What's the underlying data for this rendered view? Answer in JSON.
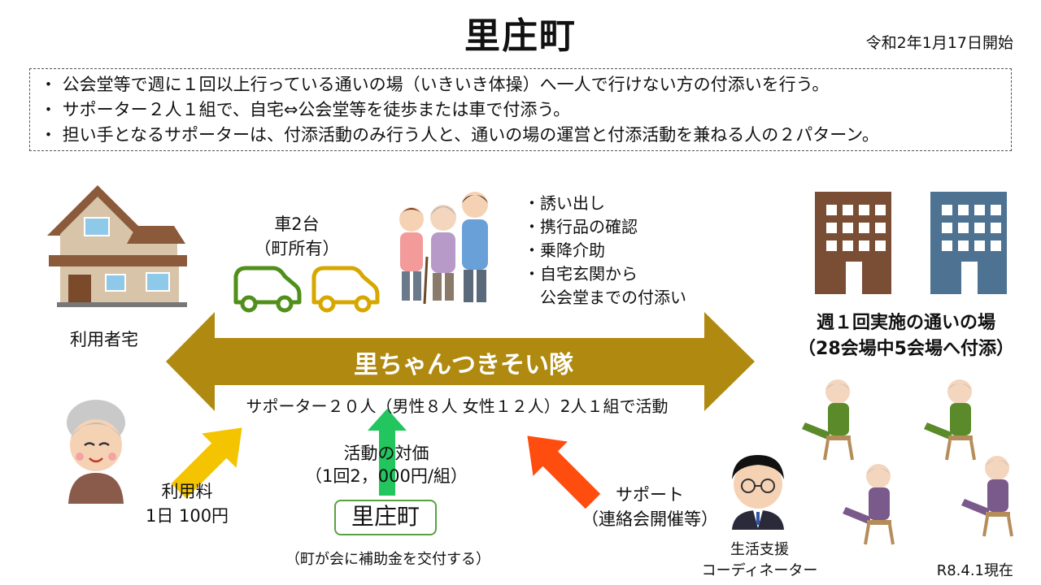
{
  "header": {
    "title": "里庄町",
    "start_date": "令和2年1月17日開始"
  },
  "notes": [
    "・ 公会堂等で週に１回以上行っている通いの場（いきいき体操）へ一人で行けない方の付添いを行う。",
    "・ サポーター２人１組で、自宅⇔公会堂等を徒歩または車で付添う。",
    "・ 担い手となるサポーターは、付添活動のみ行う人と、通いの場の運営と付添活動を兼ねる人の２パターン。"
  ],
  "diagram": {
    "home_label": "利用者宅",
    "cars_label_1": "車2台",
    "cars_label_2": "（町所有）",
    "tasks": [
      "・誘い出し",
      "・携行品の確認",
      "・乗降介助",
      "・自宅玄関から",
      "　公会堂までの付添い"
    ],
    "venue_label_1": "週１回実施の通いの場",
    "venue_label_2": "（28会場中5会場へ付添）",
    "team_name": "里ちゃんつきそい隊",
    "team_detail": "サポーター２０人（男性８人 女性１２人）2人１組で活動",
    "fee_label": "利用料",
    "fee_value": "1日 100円",
    "reward_label": "活動の対価",
    "reward_value": "（1回2，000円/組）",
    "town_box": "里庄町",
    "subsidy_note": "（町が会に補助金を交付する）",
    "support_label": "サポート",
    "support_detail": "（連絡会開催等）",
    "coordinator_1": "生活支援",
    "coordinator_2": "コーディネーター",
    "as_of": "R8.4.1現在"
  },
  "colors": {
    "band": "#b08a10",
    "arrow_fee": "#f5c400",
    "arrow_reward": "#22c55e",
    "arrow_support": "#ff4d0f",
    "car_green": "#4f8f1a",
    "car_yellow": "#d6a700",
    "building_brown": "#7a4e35",
    "building_blue": "#4d7292",
    "town_box_border": "#5aa040"
  }
}
